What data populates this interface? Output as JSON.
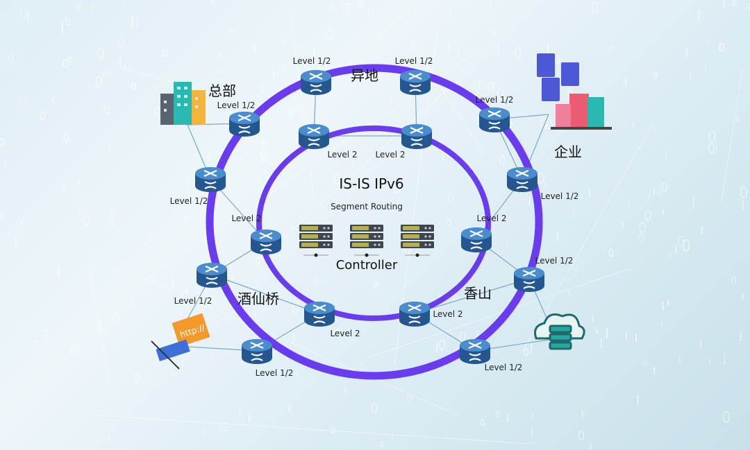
{
  "center": {
    "title": "IS-IS IPv6",
    "subtitle": "Segment Routing",
    "controller_label": "Controller"
  },
  "sites": {
    "hq": "总部",
    "remote": "异地",
    "enterprise": "企业",
    "jiuxianqiao": "酒仙桥",
    "xiangshan": "香山"
  },
  "http_label": "http://",
  "routers": [
    {
      "ring": "outer",
      "label": "Level 1/2"
    },
    {
      "ring": "outer",
      "label": "Level 1/2"
    },
    {
      "ring": "outer",
      "label": "Level 1/2"
    },
    {
      "ring": "outer",
      "label": "Level 1/2"
    },
    {
      "ring": "outer",
      "label": "Level 1/2"
    },
    {
      "ring": "outer",
      "label": "Level 1/2"
    },
    {
      "ring": "outer",
      "label": "Level 1/2"
    },
    {
      "ring": "outer",
      "label": "Level 1/2"
    },
    {
      "ring": "outer",
      "label": "Level 1/2"
    },
    {
      "ring": "outer",
      "label": "Level 1/2"
    },
    {
      "ring": "inner",
      "label": "Level 2"
    },
    {
      "ring": "inner",
      "label": "Level 2"
    },
    {
      "ring": "inner",
      "label": "Level 2"
    },
    {
      "ring": "inner",
      "label": "Level 2"
    },
    {
      "ring": "inner",
      "label": "Level 2"
    },
    {
      "ring": "inner",
      "label": "Level 2"
    }
  ],
  "colors": {
    "ring": "#6a3cf0",
    "router": "#2f6fae",
    "link": "#7fa6c4"
  }
}
